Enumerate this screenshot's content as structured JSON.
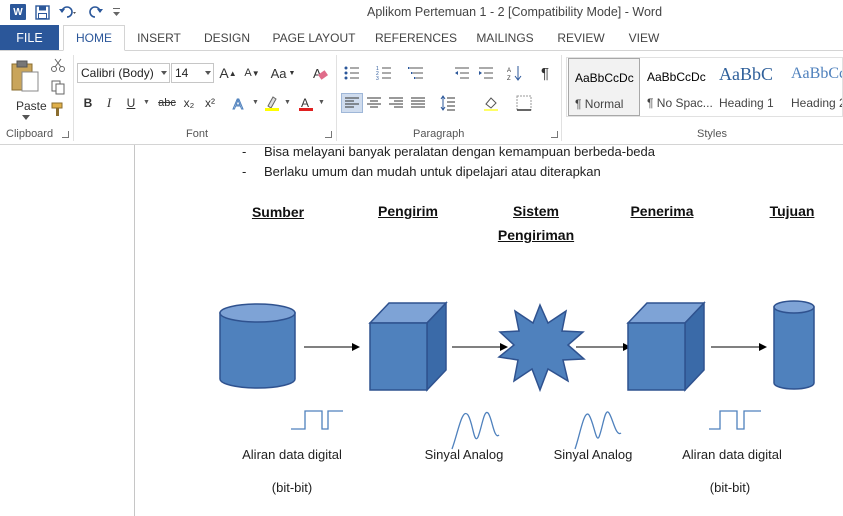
{
  "window": {
    "title": "Aplikom Pertemuan 1 - 2 [Compatibility Mode] - Word"
  },
  "quick_access": {
    "app_icon_letter": "W"
  },
  "tabs": [
    {
      "label": "FILE"
    },
    {
      "label": "HOME"
    },
    {
      "label": "INSERT"
    },
    {
      "label": "DESIGN"
    },
    {
      "label": "PAGE LAYOUT"
    },
    {
      "label": "REFERENCES"
    },
    {
      "label": "MAILINGS"
    },
    {
      "label": "REVIEW"
    },
    {
      "label": "VIEW"
    }
  ],
  "ribbon": {
    "clipboard": {
      "paste_label": "Paste",
      "group_label": "Clipboard"
    },
    "font": {
      "font_name": "Calibri (Body)",
      "font_size": "14",
      "group_label": "Font",
      "bold": "B",
      "italic": "I",
      "underline": "U",
      "strike": "abc",
      "sub": "x₂",
      "sup": "x²",
      "grow": "A",
      "shrink": "A",
      "case": "Aa"
    },
    "paragraph": {
      "group_label": "Paragraph",
      "pilcrow": "¶"
    },
    "styles": {
      "group_label": "Styles",
      "items": [
        {
          "preview": "AaBbCcDc",
          "name": "¶ Normal"
        },
        {
          "preview": "AaBbCcDc",
          "name": "¶ No Spac..."
        },
        {
          "preview": "AaBbC",
          "name": "Heading 1"
        },
        {
          "preview": "AaBbCc",
          "name": "Heading 2"
        }
      ]
    }
  },
  "document": {
    "bullets": [
      {
        "dash": "-",
        "text": "Bisa melayani banyak peralatan dengan kemampuan berbeda-beda"
      },
      {
        "dash": "-",
        "text": "Berlaku umum dan mudah untuk dipelajari atau diterapkan"
      }
    ],
    "headings": {
      "sumber": "Sumber",
      "pengirim": "Pengirim",
      "sistem_line1": "Sistem",
      "sistem_line2": "Pengiriman",
      "penerima": "Penerima",
      "tujuan": "Tujuan"
    },
    "captions": {
      "digital_left": "Aliran data digital",
      "bits_left": "(bit-bit)",
      "analog_1": "Sinyal Analog",
      "analog_2": "Sinyal Analog",
      "digital_right": "Aliran data digital",
      "bits_right": "(bit-bit)"
    },
    "colors": {
      "shape_fill": "#4f81bd",
      "shape_stroke": "#2f528f",
      "shape_top": "#7ea3d6",
      "shape_side": "#3a6aa8",
      "signal_stroke": "#4f81bd"
    }
  }
}
